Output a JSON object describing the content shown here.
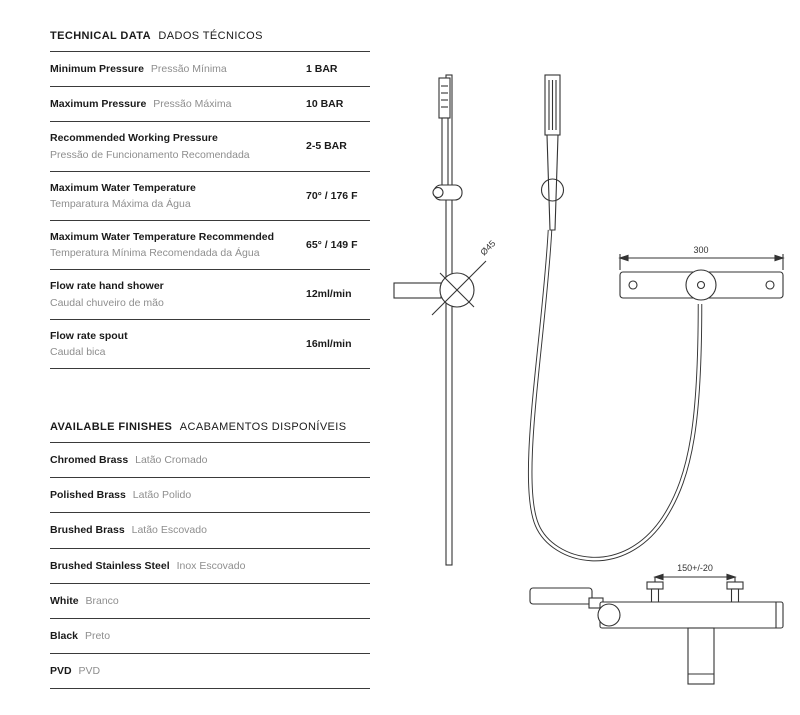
{
  "technical_data": {
    "title_en": "TECHNICAL DATA",
    "title_pt": "DADOS TÉCNICOS",
    "rows": [
      {
        "label_en": "Minimum Pressure",
        "label_pt": "Pressão Mínima",
        "value": "1 BAR"
      },
      {
        "label_en": "Maximum Pressure",
        "label_pt": "Pressão Máxima",
        "value": "10 BAR"
      },
      {
        "label_en": "Recommended Working Pressure",
        "label_pt": "Pressão de Funcionamento Recomendada",
        "value": "2-5 BAR"
      },
      {
        "label_en": "Maximum Water Temperature",
        "label_pt": "Temparatura Máxima da Água",
        "value": "70° / 176 F"
      },
      {
        "label_en": "Maximum Water Temperature Recommended",
        "label_pt": "Temperatura Mínima Recomendada da Água",
        "value": "65° / 149 F"
      },
      {
        "label_en": "Flow rate hand shower",
        "label_pt": "Caudal chuveiro de mão",
        "value": "12ml/min"
      },
      {
        "label_en": "Flow rate spout",
        "label_pt": "Caudal bica",
        "value": "16ml/min"
      }
    ]
  },
  "available_finishes": {
    "title_en": "AVAILABLE FINISHES",
    "title_pt": "ACABAMENTOS DISPONÍVEIS",
    "rows": [
      {
        "label_en": "Chromed Brass",
        "label_pt": "Latão Cromado"
      },
      {
        "label_en": "Polished Brass",
        "label_pt": "Latão Polido"
      },
      {
        "label_en": "Brushed Brass",
        "label_pt": "Latão Escovado"
      },
      {
        "label_en": "Brushed Stainless Steel",
        "label_pt": "Inox Escovado"
      },
      {
        "label_en": "White",
        "label_pt": "Branco"
      },
      {
        "label_en": "Black",
        "label_pt": "Preto"
      },
      {
        "label_en": "PVD",
        "label_pt": "PVD"
      }
    ]
  },
  "drawings": {
    "side_view_diameter": "Ø45",
    "front_view_width": "300",
    "top_view_inlet_distance": "150+/-20"
  },
  "colors": {
    "line": "#333333",
    "text_primary": "#1a1a1a",
    "text_secondary": "#8e8e8e"
  }
}
